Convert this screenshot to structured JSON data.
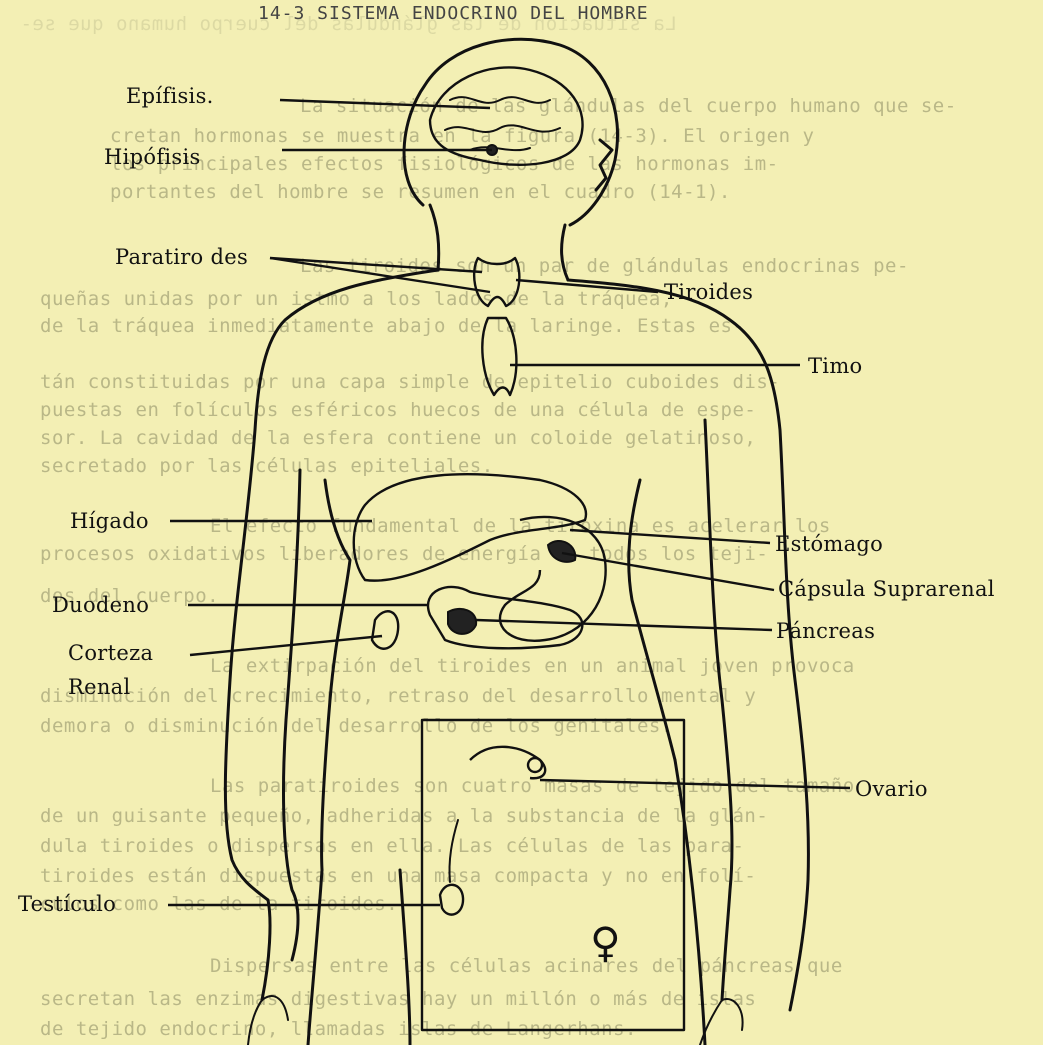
{
  "header": "14-3  SISTEMA ENDOCRINO DEL HOMBRE",
  "background_text": [
    "La situación de las glándulas del cuerpo humano que se-",
    "cretan hormonas se muestra en la figura (14-3). El origen y",
    "los principales efectos fisiológicos de las hormonas im-",
    "portantes del hombre se resumen en el cuadro (14-1).",
    "Las tiroides son un par de glándulas endocrinas pe-",
    "queñas unidas por un istmo a los lados de la tráquea,",
    "de la tráquea inmediatamente abajo de la laringe. Estas es-",
    "tán constituidas por una capa simple de epitelio cuboides dis-",
    "puestas en folículos esféricos huecos de una célula de espe-",
    "sor. La cavidad de la esfera contiene un coloide gelatinoso,",
    "secretado por las células epiteliales.",
    "El efecto fundamental de la tiroxina es acelerar los",
    "procesos oxidativos liberadores de energía en todos los teji-",
    "dos del cuerpo.",
    "La extirpación del tiroides en un animal joven provoca",
    "disminución del crecimiento, retraso del desarrollo mental y",
    "demora o disminución del desarrollo de los genitales.",
    "Las paratiroides son cuatro masas de tejido del tamaño",
    "de un guisante pequeño, adheridas a la substancia de la glán-",
    "dula tiroides o dispersas en ella. Las células de las para-",
    "tiroides están dispuestas en una masa compacta y no en folí-",
    "culos como las de la tiroides.",
    "Dispersas entre las células acinares del páncreas que",
    "secretan las enzimas digestivas hay un millón o más de islas",
    "de tejido endocrino, llamadas islas de Langerhans."
  ],
  "labels": {
    "epifisis": "Epífisis.",
    "hipofisis": "Hipófisis",
    "paratiroides": "Paratiro des",
    "tiroides": "Tiroides",
    "timo": "Timo",
    "higado": "Hígado",
    "estomago": "Estómago",
    "capsula_suprarrenal": "Cápsula Suprarenal",
    "duodeno": "Duodeno",
    "pancreas": "Páncreas",
    "corteza": "Corteza",
    "renal": "Renal",
    "ovario": "Ovario",
    "testiculo": "Testículo",
    "female_symbol": "♀"
  }
}
